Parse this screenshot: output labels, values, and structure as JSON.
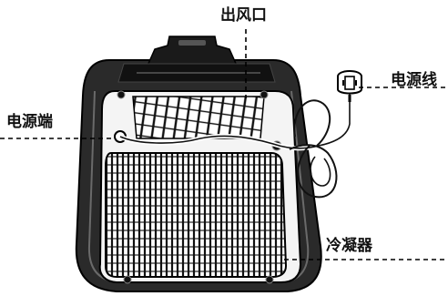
{
  "labels": {
    "air_outlet": "出风口",
    "power_cord": "电源线",
    "power_port": "电源端",
    "condenser": "冷凝器"
  }
}
